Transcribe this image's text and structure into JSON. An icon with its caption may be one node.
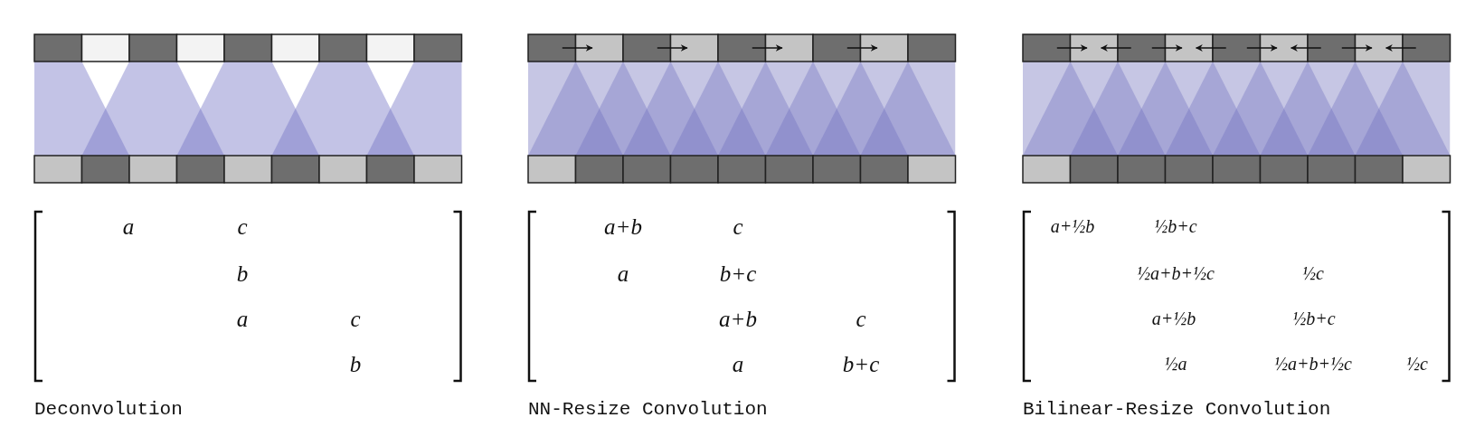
{
  "diagram": {
    "labels": [
      "a",
      "c",
      "b",
      "a",
      "c",
      "b",
      "Deconvolution",
      "a+b",
      "c",
      "a",
      "b+c",
      "a+b",
      "c",
      "a",
      "b+c",
      "NN-Resize Convolution",
      "a+½b",
      "½b+c",
      "½a+b+½c",
      "½c",
      "a+½b",
      "½b+c",
      "½a",
      "½a+b+½c",
      "½c",
      "Bilinear-Resize Convolution"
    ]
  }
}
